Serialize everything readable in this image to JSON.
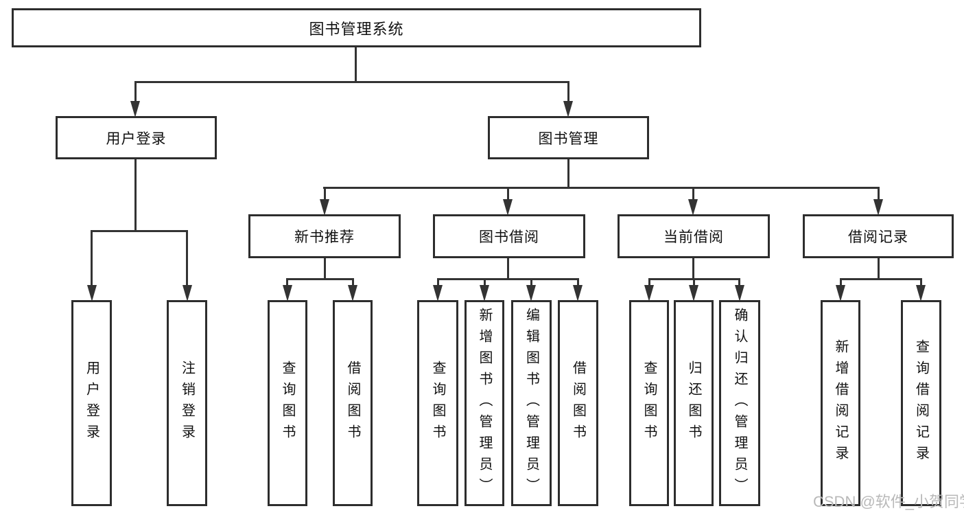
{
  "diagram": {
    "root": {
      "label": "图书管理系统"
    },
    "branches": [
      {
        "label": "用户登录",
        "children": [
          {
            "label": "用户登录"
          },
          {
            "label": "注销登录"
          }
        ]
      },
      {
        "label": "图书管理",
        "children": [
          {
            "label": "新书推荐",
            "children": [
              {
                "label": "查询图书"
              },
              {
                "label": "借阅图书"
              }
            ]
          },
          {
            "label": "图书借阅",
            "children": [
              {
                "label": "查询图书"
              },
              {
                "label": "新增图书（管理员）"
              },
              {
                "label": "编辑图书（管理员）"
              },
              {
                "label": "借阅图书"
              }
            ]
          },
          {
            "label": "当前借阅",
            "children": [
              {
                "label": "查询图书"
              },
              {
                "label": "归还图书"
              },
              {
                "label": "确认归还（管理员）"
              }
            ]
          },
          {
            "label": "借阅记录",
            "children": [
              {
                "label": "新增借阅记录"
              },
              {
                "label": "查询借阅记录"
              }
            ]
          }
        ]
      }
    ]
  },
  "watermark": {
    "text": "CSDN @软件_小贺同学"
  },
  "colors": {
    "line": "#333333",
    "box_border": "#2d2d2d",
    "box_fill": "#ffffff",
    "text": "#111111",
    "watermark": "#b9b9b9",
    "background": "#ffffff"
  }
}
